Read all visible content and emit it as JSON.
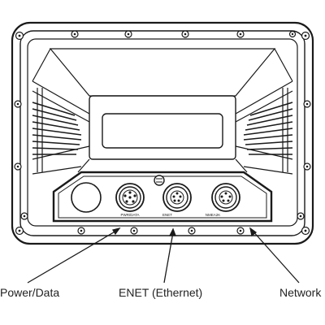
{
  "device": {
    "connectors": [
      {
        "id": "pwr",
        "name": "PWR/DATA"
      },
      {
        "id": "enet",
        "name": "ENET"
      },
      {
        "id": "nmea",
        "name": "NMEA2K"
      }
    ]
  },
  "callouts": {
    "power_data": "Power/Data",
    "enet": "ENET (Ethernet)",
    "network": "Network"
  },
  "colors": {
    "stroke": "#1a1a1a",
    "fill": "#ffffff",
    "dark": "#222222",
    "shade": "#cfcfcf"
  }
}
